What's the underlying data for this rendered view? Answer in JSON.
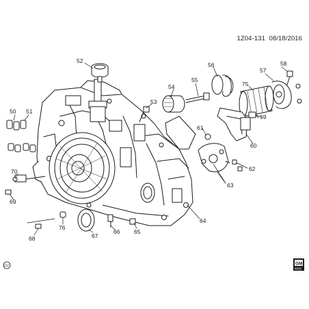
{
  "header": {
    "code": "1Z04-131",
    "date": "08/18/2016"
  },
  "callouts": [
    {
      "id": "c52",
      "label": "52"
    },
    {
      "id": "c50",
      "label": "50"
    },
    {
      "id": "c51",
      "label": "51"
    },
    {
      "id": "c53",
      "label": "53"
    },
    {
      "id": "c54",
      "label": "54"
    },
    {
      "id": "c55",
      "label": "55"
    },
    {
      "id": "c56",
      "label": "56"
    },
    {
      "id": "c57",
      "label": "57"
    },
    {
      "id": "c58",
      "label": "58"
    },
    {
      "id": "c75",
      "label": "75"
    },
    {
      "id": "c59",
      "label": "59"
    },
    {
      "id": "c60",
      "label": "60"
    },
    {
      "id": "c61",
      "label": "61"
    },
    {
      "id": "c62",
      "label": "62"
    },
    {
      "id": "c63",
      "label": "63"
    },
    {
      "id": "c64",
      "label": "64"
    },
    {
      "id": "c65",
      "label": "65"
    },
    {
      "id": "c66",
      "label": "66"
    },
    {
      "id": "c67",
      "label": "67"
    },
    {
      "id": "c68",
      "label": "68"
    },
    {
      "id": "c69",
      "label": "69"
    },
    {
      "id": "c70",
      "label": "70"
    },
    {
      "id": "c76",
      "label": "76"
    }
  ],
  "footer": {
    "left_mark": "GY",
    "logo_text": "GM",
    "logo_sub": "8005"
  },
  "colors": {
    "ink": "#1a1a1a",
    "fill": "#ffffff",
    "shade": "#d9d9d9"
  }
}
